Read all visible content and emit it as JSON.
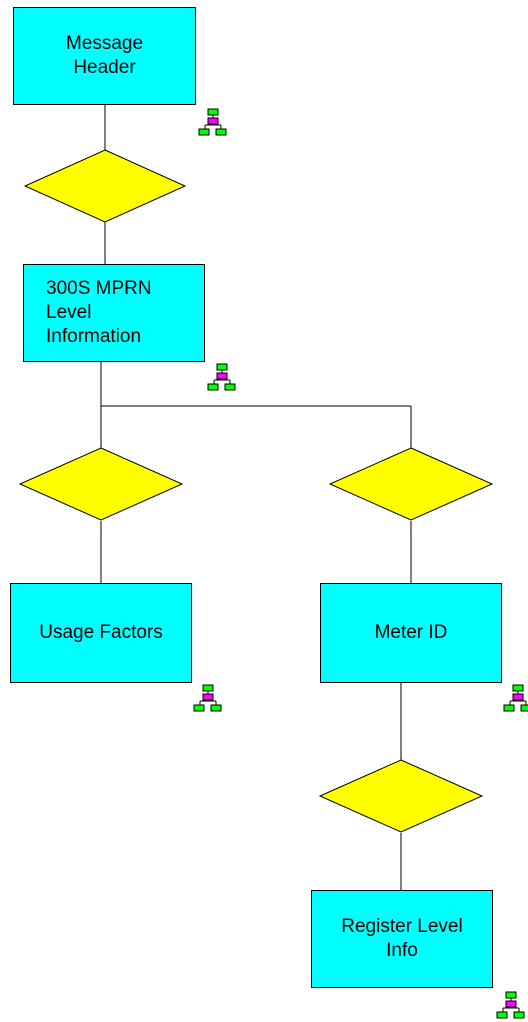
{
  "colors": {
    "node_fill": "#00ffff",
    "choice_fill": "#ffff00",
    "icon_node_green": "#00ff00",
    "icon_node_magenta": "#ff00ff",
    "line": "#000000"
  },
  "nodes": {
    "message_header": {
      "label": "Message\nHeader"
    },
    "mprn_level": {
      "label": "300S MPRN\nLevel\nInformation"
    },
    "usage_factors": {
      "label": "Usage Factors"
    },
    "meter_id": {
      "label": "Meter ID"
    },
    "register_level": {
      "label": "Register Level\nInfo"
    }
  },
  "icons": {
    "name": "hierarchy-icon"
  }
}
